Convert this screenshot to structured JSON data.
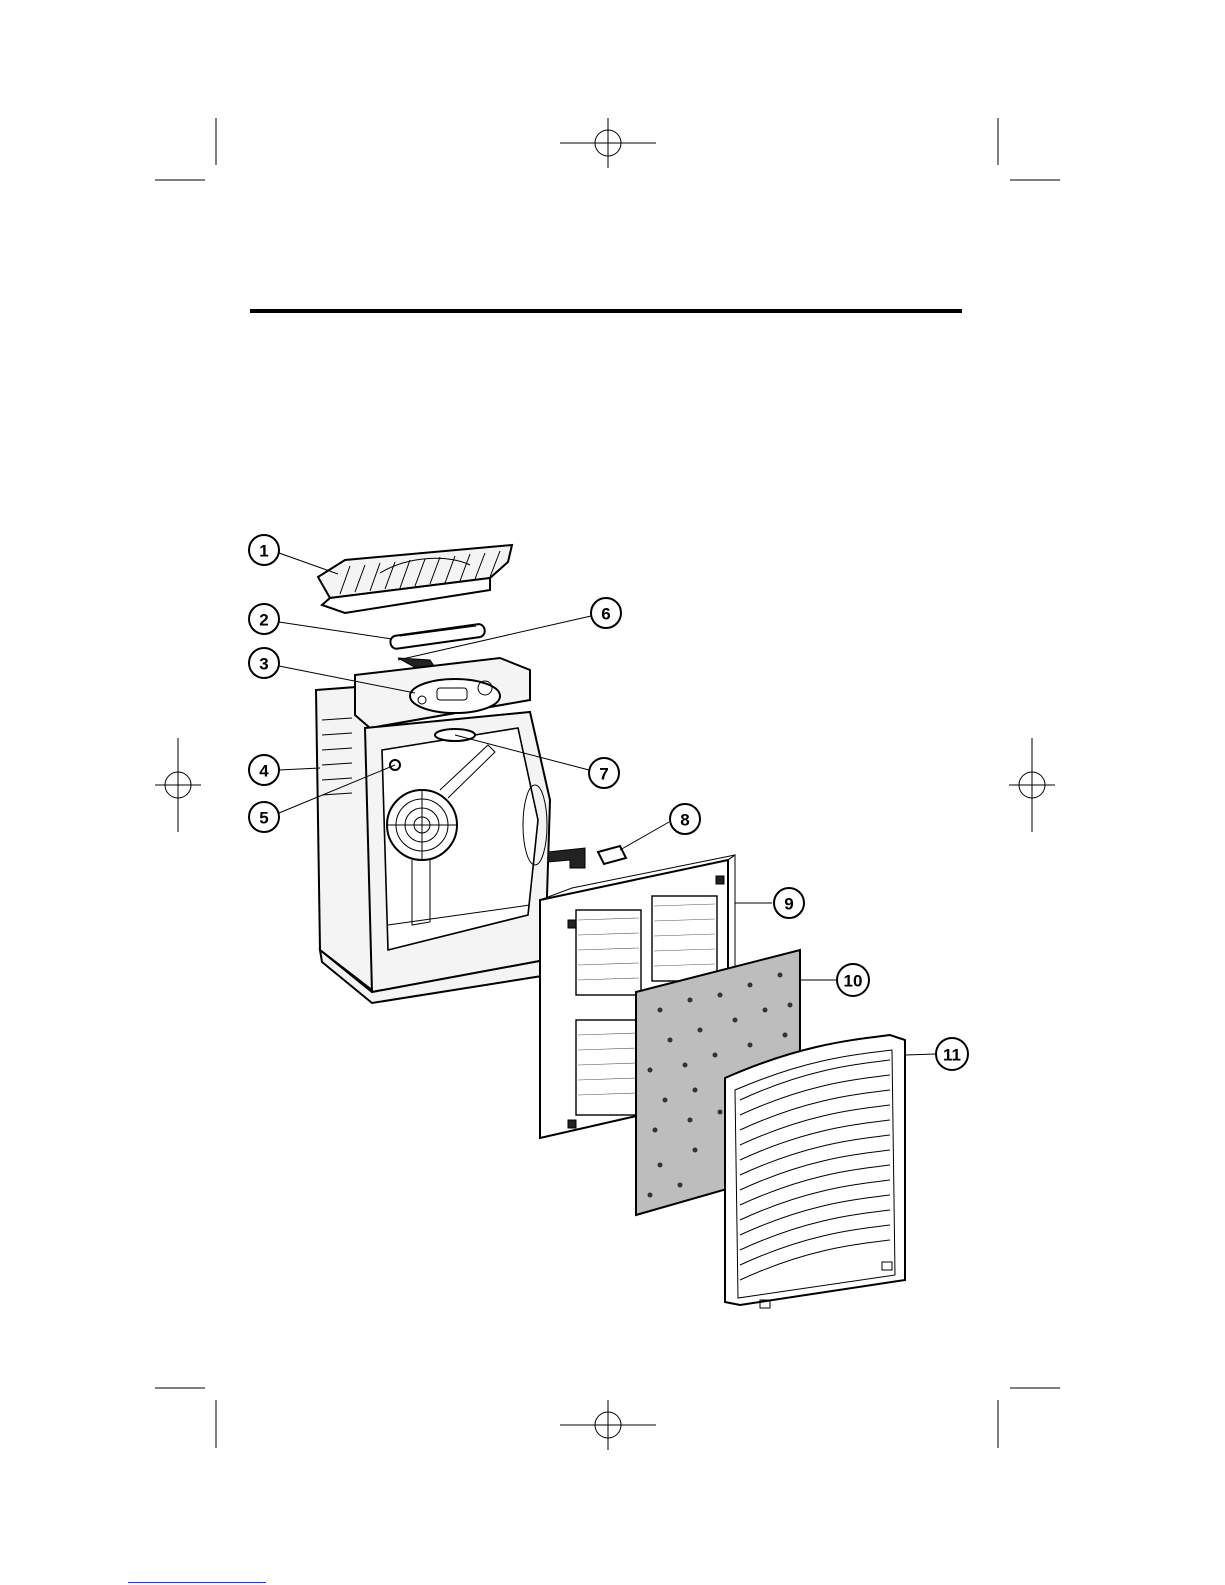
{
  "diagram": {
    "callouts": [
      {
        "id": "c1",
        "number": "1"
      },
      {
        "id": "c2",
        "number": "2"
      },
      {
        "id": "c3",
        "number": "3"
      },
      {
        "id": "c4",
        "number": "4"
      },
      {
        "id": "c5",
        "number": "5"
      },
      {
        "id": "c6",
        "number": "6"
      },
      {
        "id": "c7",
        "number": "7"
      },
      {
        "id": "c8",
        "number": "8"
      },
      {
        "id": "c9",
        "number": "9"
      },
      {
        "id": "c10",
        "number": "10"
      },
      {
        "id": "c11",
        "number": "11"
      }
    ]
  },
  "colors": {
    "ink": "#000000",
    "paper": "#ffffff",
    "link_underline": "#2a3bd6"
  }
}
